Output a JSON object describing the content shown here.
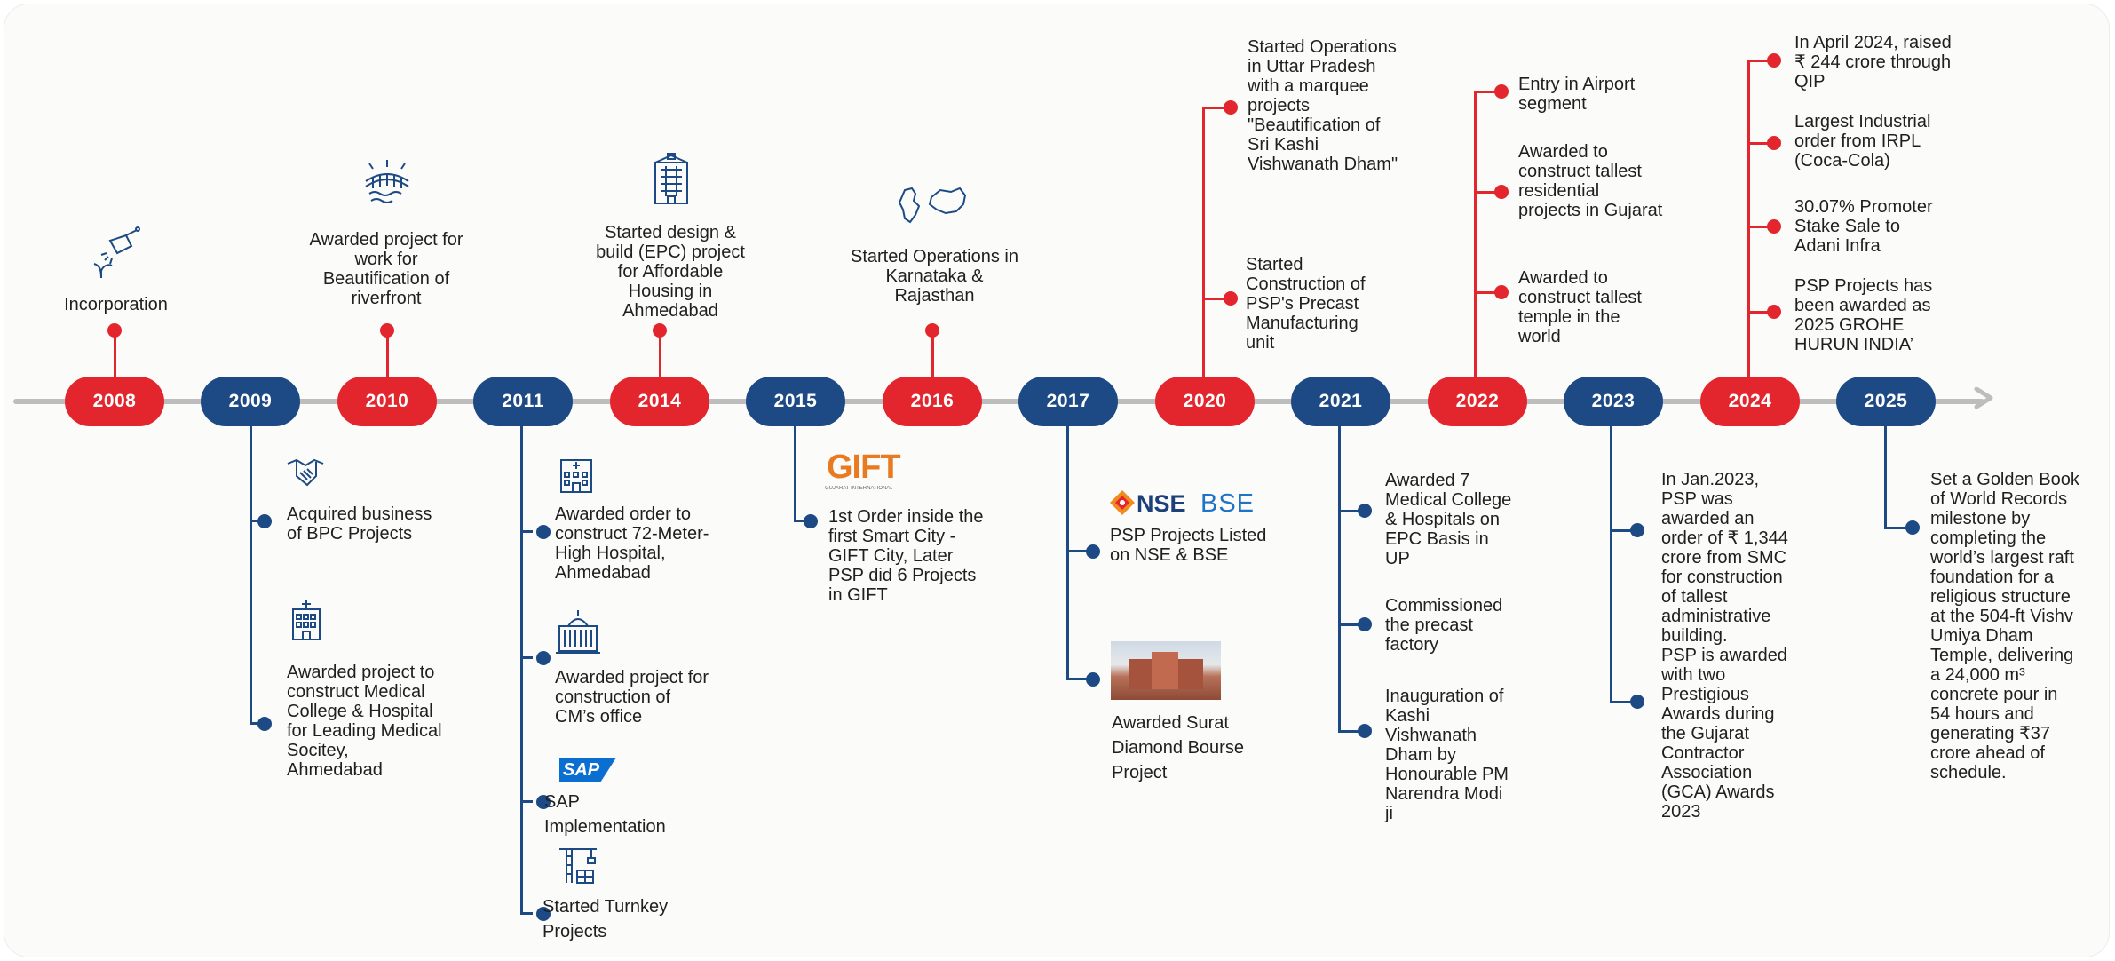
{
  "timeline": {
    "years": [
      {
        "label": "2008",
        "color": "#e3262d"
      },
      {
        "label": "2009",
        "color": "#1d4a85"
      },
      {
        "label": "2010",
        "color": "#e3262d"
      },
      {
        "label": "2011",
        "color": "#1d4a85"
      },
      {
        "label": "2014",
        "color": "#e3262d"
      },
      {
        "label": "2015",
        "color": "#1d4a85"
      },
      {
        "label": "2016",
        "color": "#e3262d"
      },
      {
        "label": "2017",
        "color": "#1d4a85"
      },
      {
        "label": "2020",
        "color": "#e3262d"
      },
      {
        "label": "2021",
        "color": "#1d4a85"
      },
      {
        "label": "2022",
        "color": "#e3262d"
      },
      {
        "label": "2023",
        "color": "#1d4a85"
      },
      {
        "label": "2024",
        "color": "#e3262d"
      },
      {
        "label": "2025",
        "color": "#1d4a85"
      }
    ]
  },
  "events": {
    "y2008": "Incorporation",
    "y2009": [
      "Acquired business of BPC Projects",
      "Awarded project to construct Medical College & Hospital for Leading Medical Socitey, Ahmedabad"
    ],
    "y2010": "Awarded project for work for Beautification of riverfront",
    "y2011": [
      "Awarded order to construct 72-Meter-High Hospital, Ahmedabad",
      "Awarded project for construction of CM’s office",
      "SAP Implementation",
      "Started Turnkey Projects"
    ],
    "y2014": "Started design & build (EPC) project for Affordable Housing in Ahmedabad",
    "y2015": "1st Order inside the first Smart City - GIFT City, Later PSP did 6 Projects in GIFT",
    "y2016": "Started Operations in Karnataka & Rajasthan",
    "y2017": [
      "PSP Projects Listed on NSE & BSE",
      "Awarded Surat Diamond Bourse Project"
    ],
    "y2020": [
      "Started Operations in Uttar Pradesh with a marquee projects \"Beautification of Sri Kashi Vishwanath Dham\"",
      "Started Construction of PSP's Precast Manufacturing unit"
    ],
    "y2021": [
      "Awarded 7 Medical College & Hospitals on EPC Basis in UP",
      "Commissioned the precast factory",
      "Inauguration of Kashi Vishwanath Dham by Honourable PM Narendra Modi ji"
    ],
    "y2022": [
      "Entry in Airport segment",
      "Awarded to construct tallest residential projects in Gujarat",
      "Awarded to construct tallest temple in the world"
    ],
    "y2023": [
      "In Jan.2023, PSP was awarded an order of ₹ 1,344 crore from SMC for construction of tallest administrative building.",
      "PSP is awarded with two Prestigious Awards during the Gujarat Contractor Association (GCA) Awards 2023"
    ],
    "y2024": [
      "In April 2024, raised ₹ 244 crore through QIP",
      "Largest Industrial order from IRPL (Coca-Cola)",
      "30.07% Promoter Stake Sale to Adani Infra",
      "PSP Projects has been awarded as 2025 GROHE HURUN INDIA’"
    ],
    "y2025": "Set a Golden Book of World Records milestone by completing the world’s largest raft foundation for a religious structure at the 504-ft Vishv Umiya Dham Temple, delivering a 24,000 m³ concrete pour in 54 hours and generating ₹37 crore ahead of schedule."
  },
  "logos": {
    "nse": "NSE",
    "bse": "BSE",
    "sap": "SAP",
    "gift": "GIFT",
    "gift_sub": "GUJARAT INTERNATIONAL FINANCE TEC-CITY"
  },
  "colors": {
    "accent_red": "#e3262d",
    "accent_blue": "#1d4a85",
    "axis": "#bdbdbd"
  },
  "icons": [
    "watering-can-icon",
    "bridge-icon",
    "building-icon",
    "map-icon",
    "handshake-icon",
    "hospital-icon",
    "government-building-icon",
    "crane-icon"
  ]
}
